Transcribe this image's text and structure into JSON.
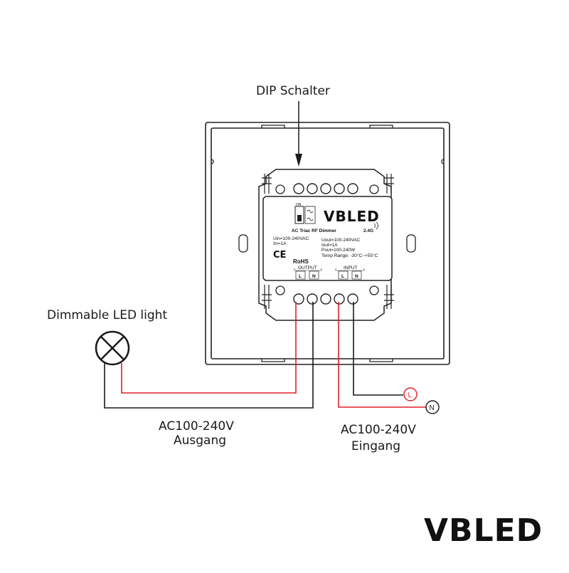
{
  "labels": {
    "dip_switch": "DIP Schalter",
    "led_light": "Dimmable LED light",
    "output_voltage": "AC100-240V",
    "output_label": "Ausgang",
    "input_voltage": "AC100-240V",
    "input_label": "Eingang"
  },
  "terminals": {
    "live": "L",
    "neutral": "N"
  },
  "module": {
    "brand": "VBLED",
    "model": "AC Triac RF Dimmer",
    "frequency": "2.4G",
    "switch_on": "ON",
    "uin": "Uin=100-240VAC",
    "iin": "Iin=1A",
    "uout": "Uout=100-240VAC",
    "iout": "Iout=1A",
    "pout": "Pout=100-240W",
    "temp": "Temp Range: -30°C~+55°C",
    "ce": "CE",
    "rohs": "RoHS",
    "output_header": "OUTPUT",
    "input_header": "INPUT",
    "out_l": "L",
    "out_n": "N",
    "in_l": "L",
    "in_n": "N"
  },
  "brand_logo": "VBLED",
  "colors": {
    "live_wire": "#e0202a",
    "neutral_wire": "#1a1a1a",
    "outline": "#222222"
  }
}
